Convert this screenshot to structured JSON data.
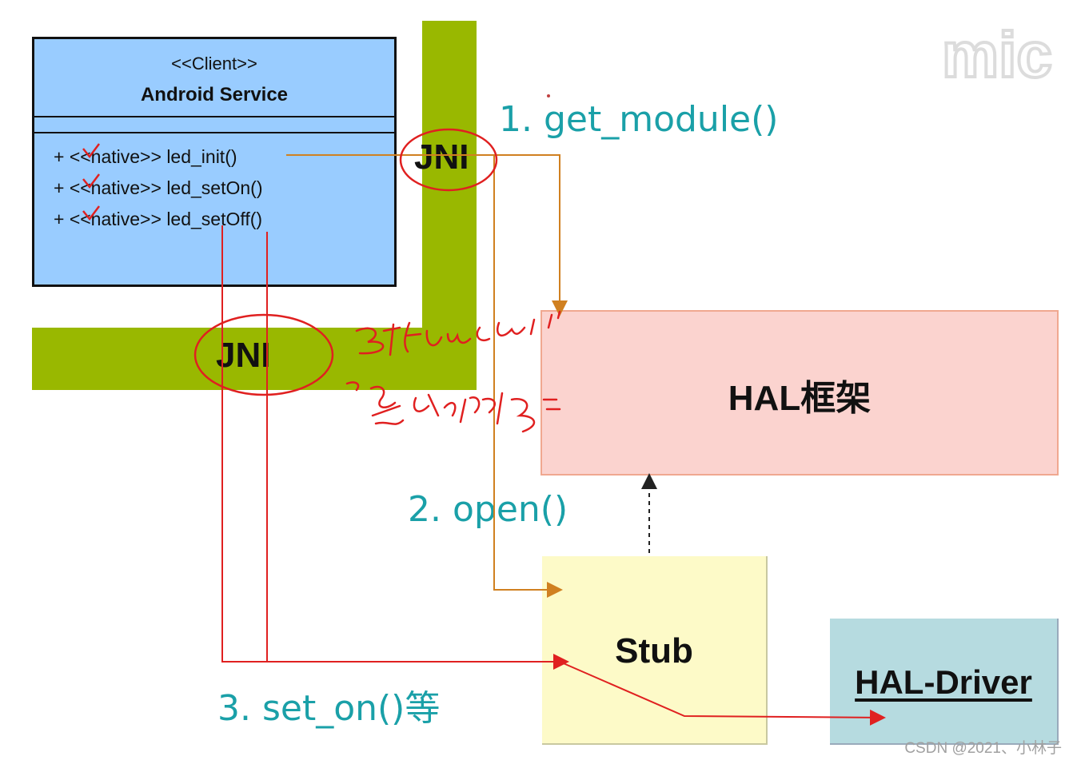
{
  "client": {
    "stereotype": "<<Client>>",
    "name": "Android Service",
    "methods": [
      "+ <<native>> led_init()",
      "+ <<native>> led_setOn()",
      "+ <<native>> led_setOff()"
    ]
  },
  "jni_top": "JNI",
  "jni_left": "JNI",
  "hal_framework": "HAL框架",
  "stub": "Stub",
  "hal_driver": "HAL-Driver",
  "steps": {
    "get_module": "1. get_module()",
    "open": "2. open()",
    "set_on": "3. set_on()等"
  },
  "watermark": "CSDN @2021、小林子",
  "logo_text": "mic",
  "colors": {
    "jni_bar": "#99b800",
    "client_box": "#99ccff",
    "hal_box": "#fbd3cf",
    "stub_box": "#fdfac8",
    "driver_box": "#b6dbe0",
    "step_text": "#1aa0a8",
    "connector_orange": "#d08020",
    "connector_red": "#e02020",
    "annotation_red": "#e02020"
  }
}
